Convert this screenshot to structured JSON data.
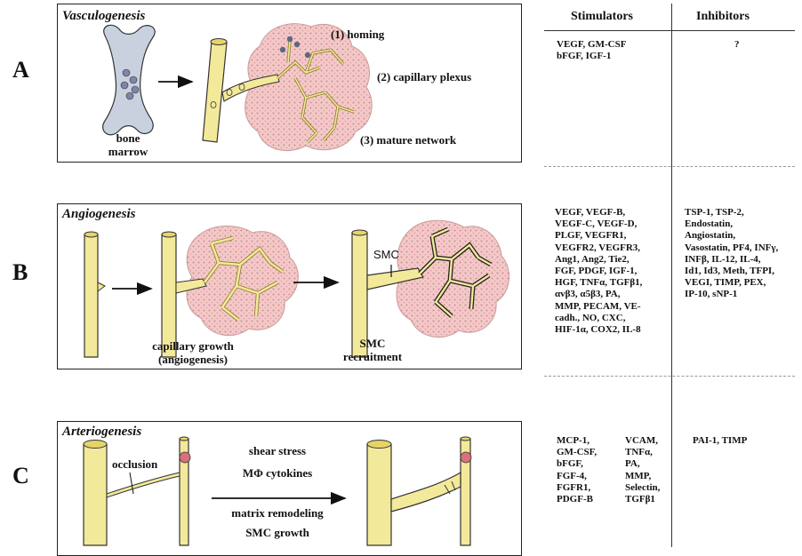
{
  "rows": {
    "a": {
      "letter": "A",
      "title": "Vasculogenesis",
      "labels": {
        "bone_marrow": "bone\nmarrow",
        "homing": "(1) homing",
        "capillary_plexus": "(2) capillary plexus",
        "mature_network": "(3) mature network"
      },
      "stimulators": "VEGF, GM-CSF\nbFGF, IGF-1",
      "inhibitors": "?"
    },
    "b": {
      "letter": "B",
      "title": "Angiogenesis",
      "labels": {
        "capillary_growth": "capillary growth\n(angiogenesis)",
        "smc": "SMC",
        "smc_recruitment": "SMC\nrecruitment"
      },
      "stimulators": "VEGF, VEGF-B,\nVEGF-C, VEGF-D,\nPLGF, VEGFR1,\nVEGFR2, VEGFR3,\nAng1, Ang2, Tie2,\nFGF, PDGF, IGF-1,\nHGF, TNFα, TGFβ1,\nαvβ3, α5β3, PA,\nMMP, PECAM, VE-\ncadh., NO, CXC,\nHIF-1α, COX2, IL-8",
      "inhibitors": "TSP-1, TSP-2,\nEndostatin,\nAngiostatin,\nVasostatin, PF4, INFγ,\nINFβ, IL-12, IL-4,\nId1, Id3, Meth, TFPI,\nVEGI, TIMP, PEX,\nIP-10, sNP-1"
    },
    "c": {
      "letter": "C",
      "title": "Arteriogenesis",
      "labels": {
        "occlusion": "occlusion",
        "shear_stress": "shear stress",
        "mphi_cytokines": "MΦ cytokines",
        "matrix_remodeling": "matrix remodeling",
        "smc_growth": "SMC growth"
      },
      "stimulators_col1": "MCP-1,\nGM-CSF,\nbFGF,\nFGF-4,\nFGFR1,\nPDGF-B",
      "stimulators_col2": "VCAM,\nTNFα,\nPA,\nMMP,\nSelectin,\nTGFβ1",
      "inhibitors": "PAI-1, TIMP"
    }
  },
  "table": {
    "header_stimulators": "Stimulators",
    "header_inhibitors": "Inhibitors"
  },
  "colors": {
    "vessel": "#f3e99a",
    "vessel_stroke": "#333333",
    "tissue": "#f2c9c9",
    "tissue_dot": "#d97a7a",
    "bone": "#c9d1df"
  }
}
